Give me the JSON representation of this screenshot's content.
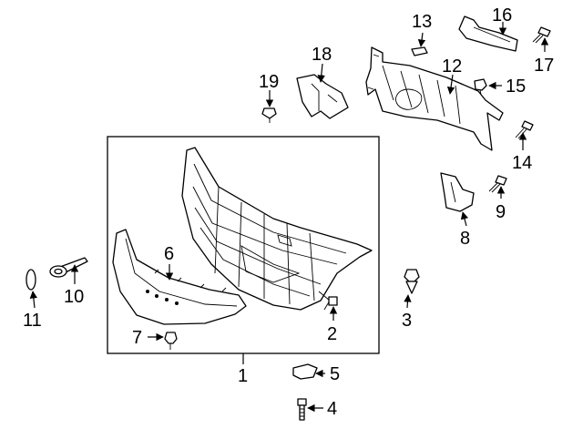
{
  "diagram": {
    "callouts": [
      "1",
      "2",
      "3",
      "4",
      "5",
      "6",
      "7",
      "8",
      "9",
      "10",
      "11",
      "12",
      "13",
      "14",
      "15",
      "16",
      "17",
      "18",
      "19"
    ]
  }
}
